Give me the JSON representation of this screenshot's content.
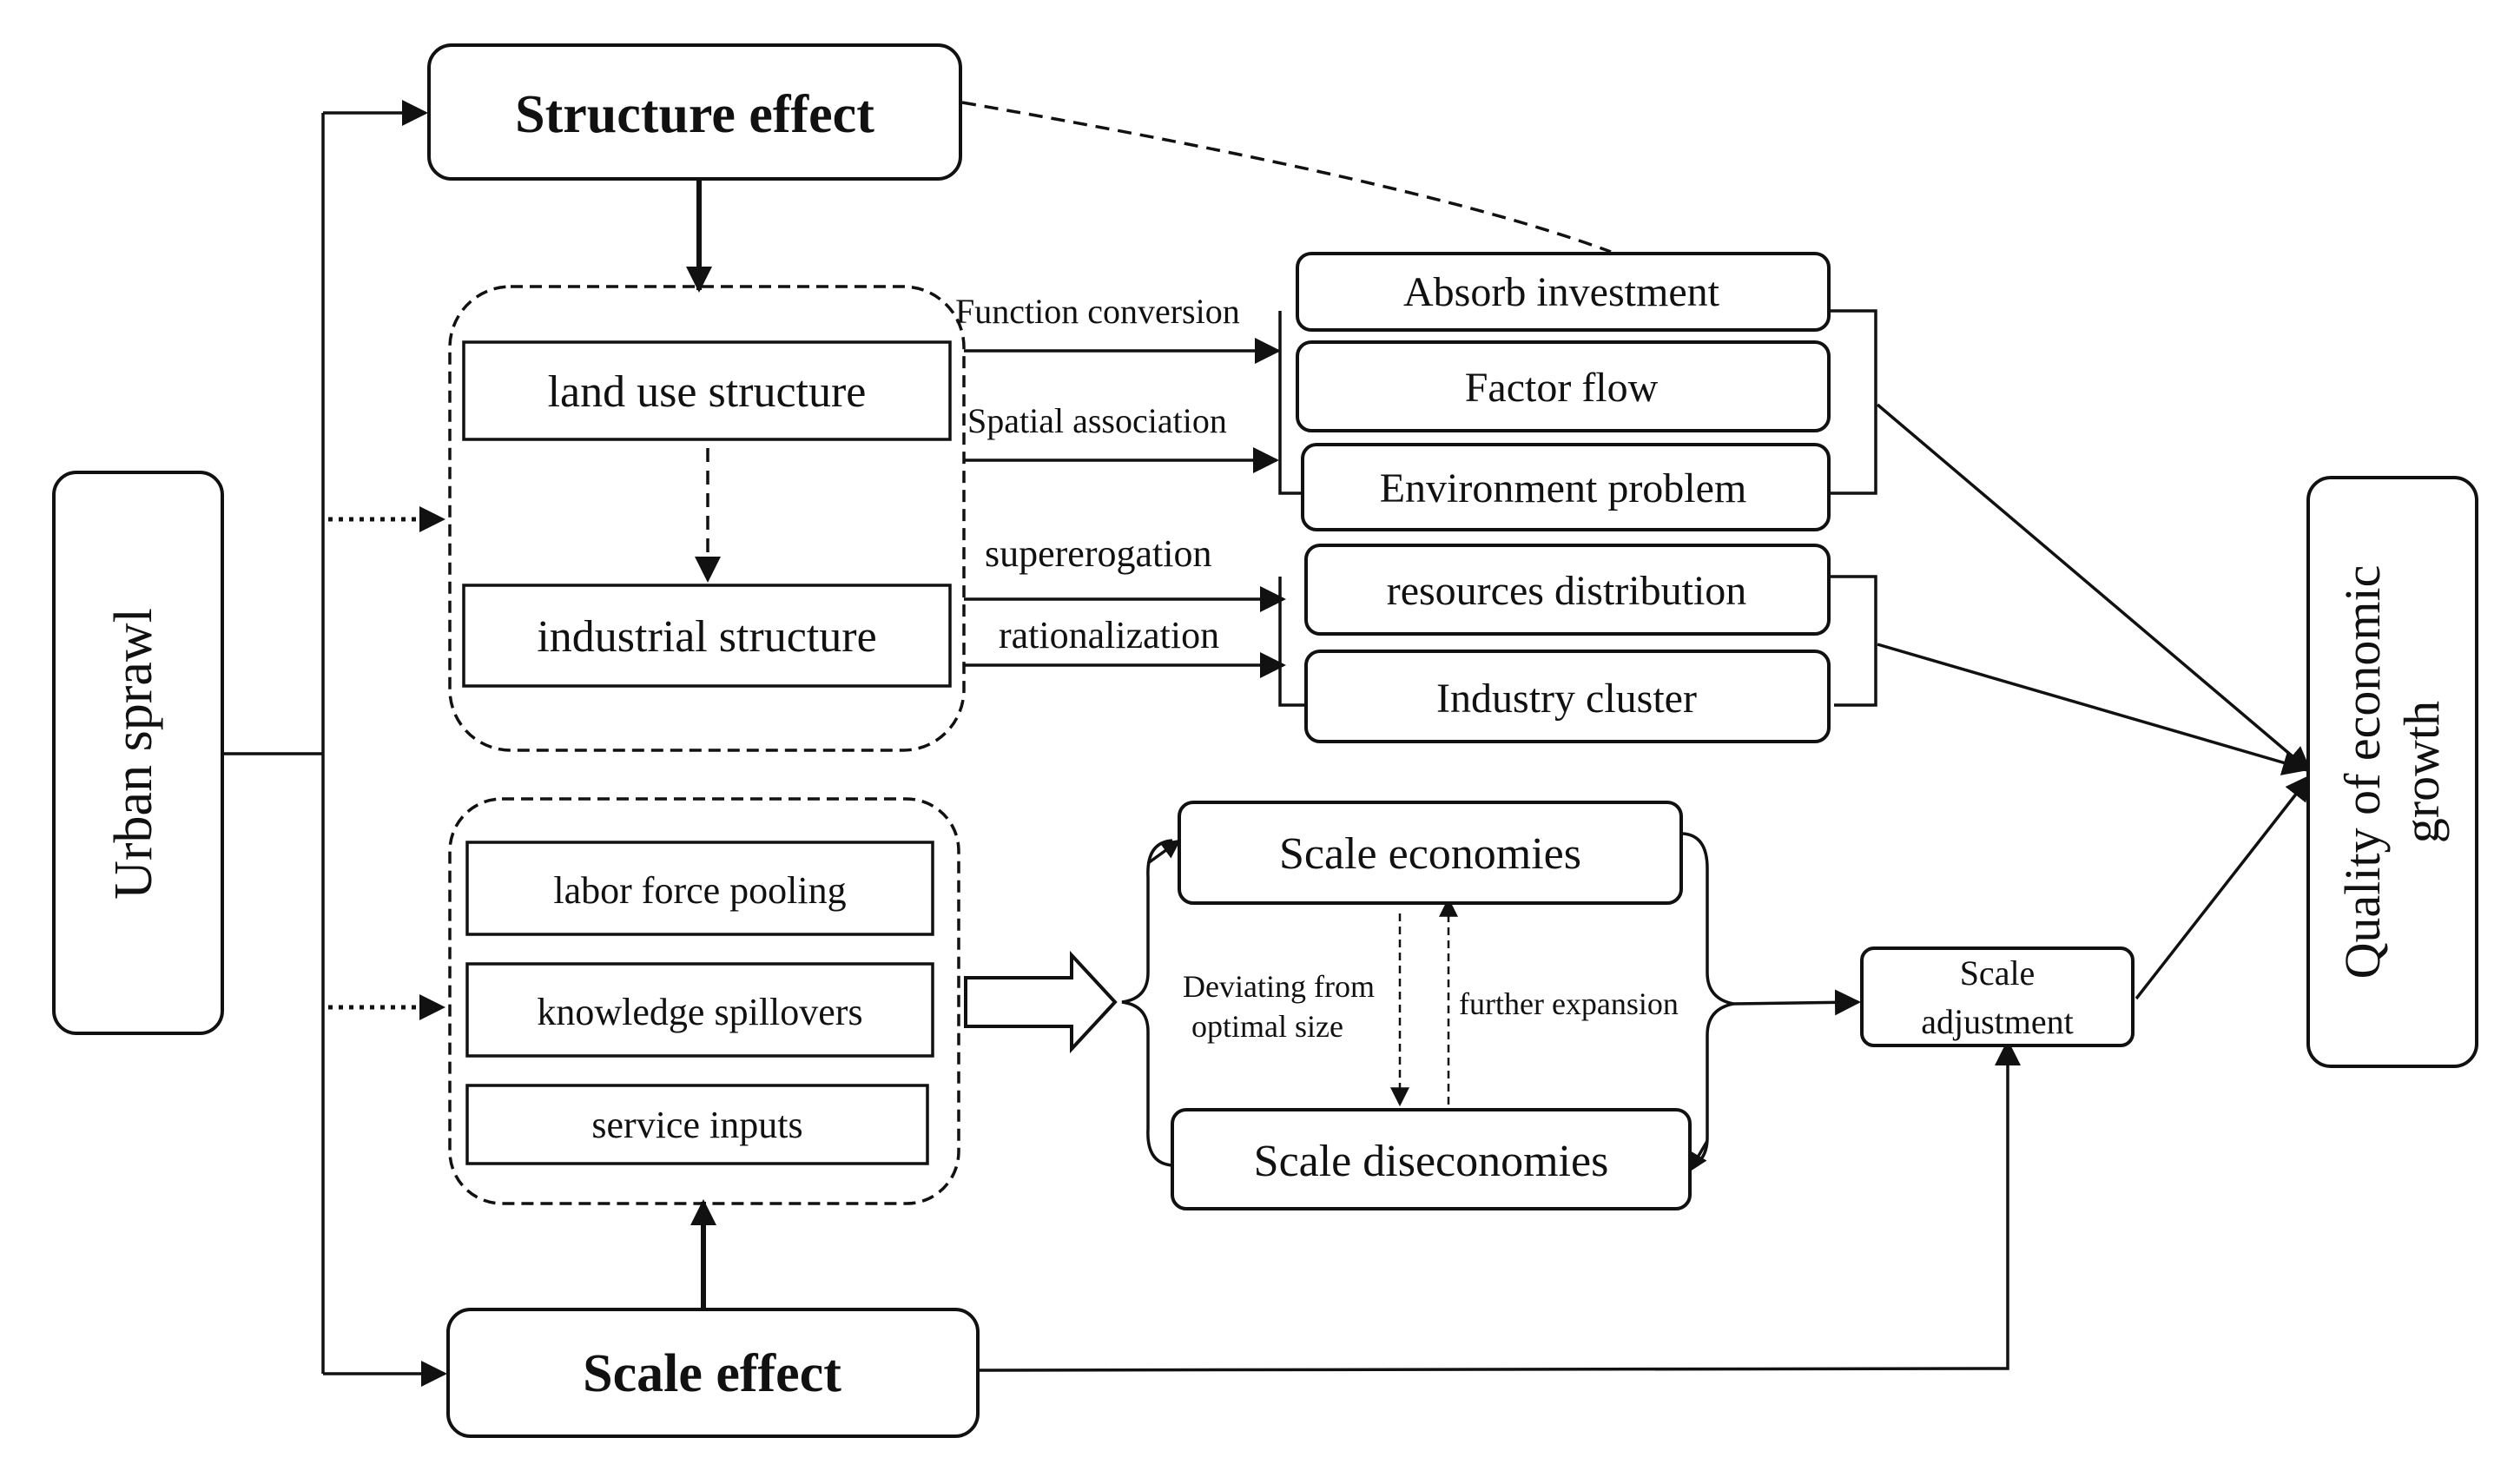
{
  "nodes": {
    "urban_sprawl": "Urban sprawl",
    "structure_effect": "Structure effect",
    "scale_effect": "Scale effect",
    "land_use_structure": "land use structure",
    "industrial_structure": "industrial structure",
    "labor_force_pooling": "labor force pooling",
    "knowledge_spillovers": "knowledge spillovers",
    "service_inputs": "service inputs",
    "absorb_investment": "Absorb investment",
    "factor_flow": "Factor flow",
    "environment_problem": "Environment problem",
    "resources_distribution": "resources distribution",
    "industry_cluster": "Industry cluster",
    "scale_economies": "Scale economies",
    "scale_diseconomies": "Scale diseconomies",
    "scale_adjustment_line1": "Scale",
    "scale_adjustment_line2": "adjustment",
    "quality_line1": "Quality of economic",
    "quality_line2": "growth"
  },
  "edge_labels": {
    "function_conversion": "Function conversion",
    "spatial_association": "Spatial association",
    "supererogation": "supererogation",
    "rationalization": "rationalization",
    "deviating_line1": "Deviating from",
    "deviating_line2": "optimal size",
    "further_expansion": "further expansion"
  }
}
